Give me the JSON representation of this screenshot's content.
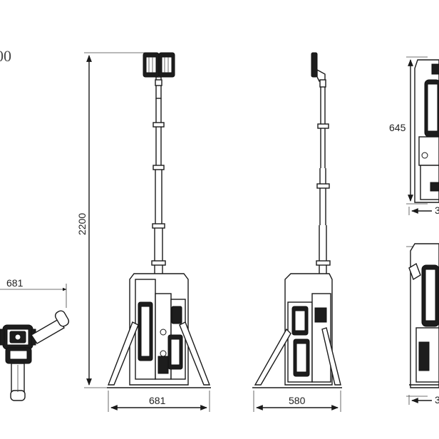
{
  "partial_label": "00",
  "dimensions": {
    "height_front": "2200",
    "width_front": "681",
    "width_side": "580",
    "width_top": "681",
    "height_detail": "645",
    "width_detail_top": "3",
    "width_detail_bottom": "3"
  },
  "colors": {
    "line": "#1a1a1a",
    "dark_fill": "#1d1d1d",
    "background": "#ffffff"
  },
  "views": [
    "top-view",
    "front-view",
    "side-view",
    "detail-views"
  ]
}
